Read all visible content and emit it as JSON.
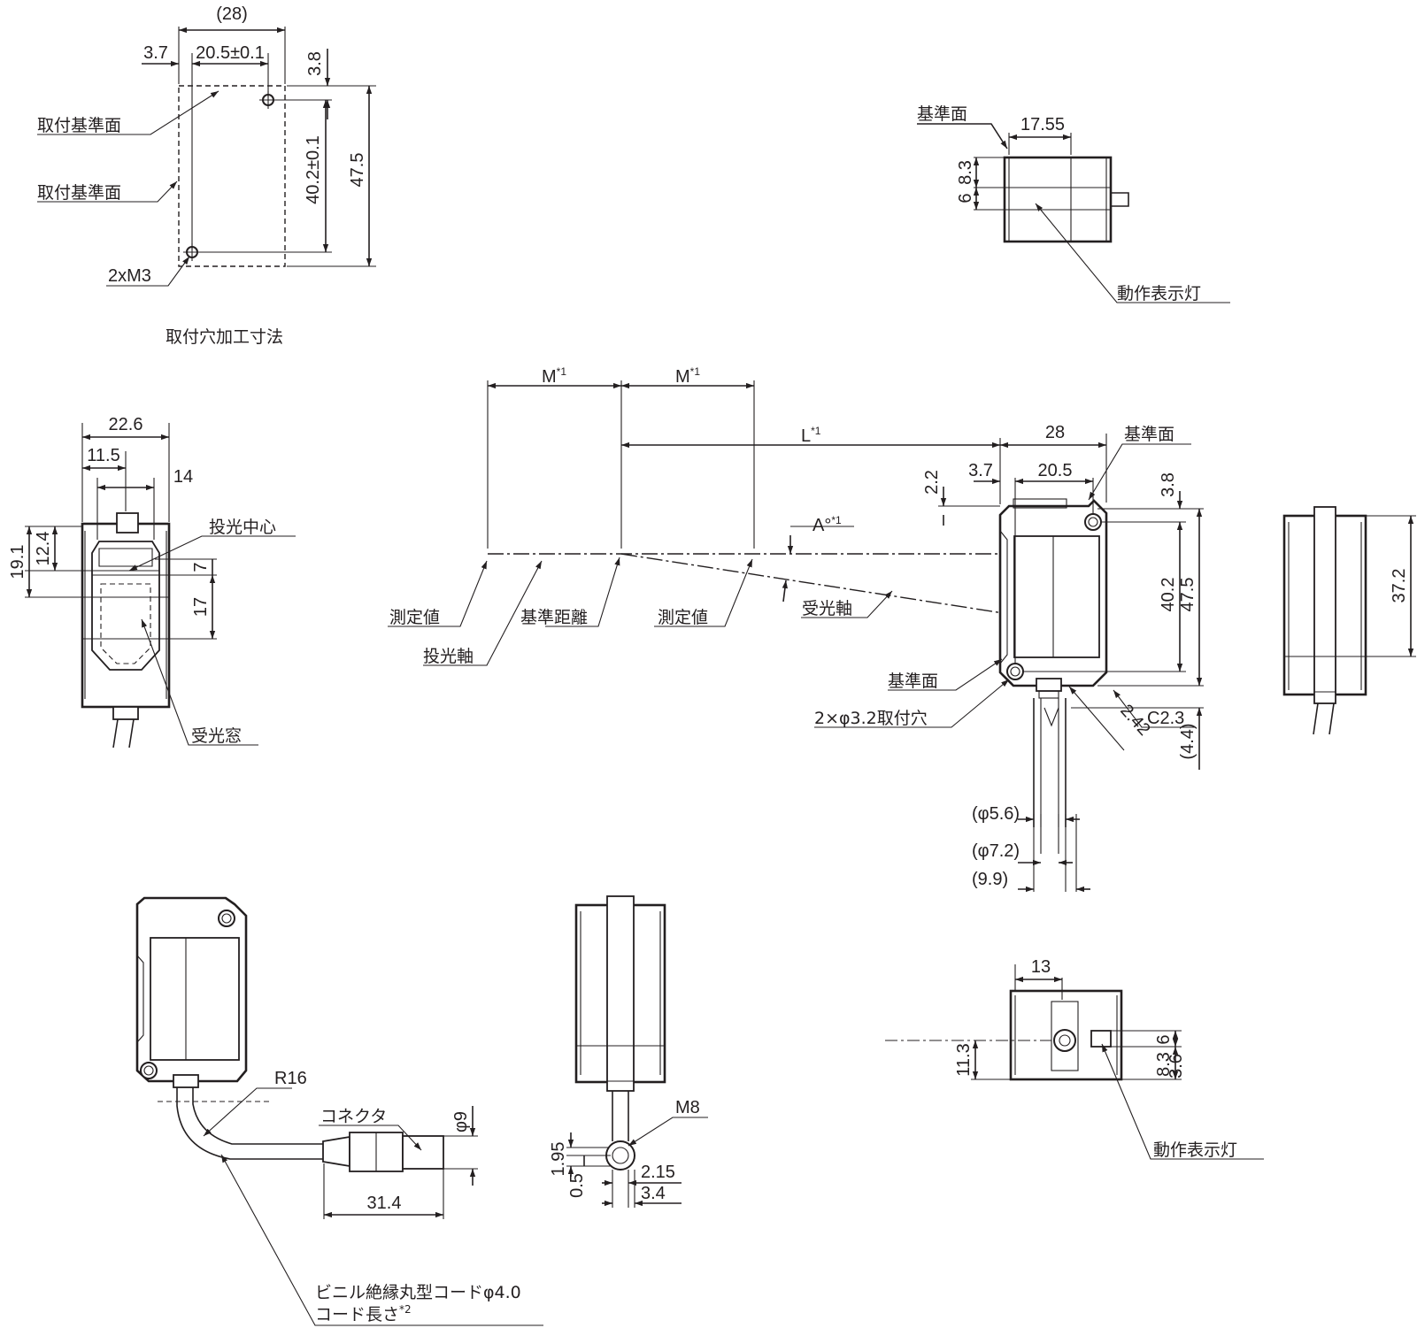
{
  "hole_layout": {
    "dims": {
      "overall_width": "(28)",
      "offset_left": "3.7",
      "pitch_width": "20.5±0.1",
      "offset_top": "3.8",
      "pitch_height": "40.2±0.1",
      "overall_height": "47.5"
    },
    "labels": {
      "ref_face_1": "取付基準面",
      "ref_face_2": "取付基準面",
      "screw": "2xM3"
    },
    "caption": "取付穴加工寸法"
  },
  "top_right_view": {
    "ref_face": "基準面",
    "width": "17.55",
    "dim_a": "8.3",
    "dim_b": "6",
    "indicator": "動作表示灯"
  },
  "front_view": {
    "width_total": "22.6",
    "width_half": "11.5",
    "width_inner": "14",
    "height_a": "19.1",
    "height_b": "12.4",
    "gap": "7",
    "window": "17",
    "emit_center": "投光中心",
    "receive_window": "受光窓"
  },
  "optics": {
    "m1_label": "M",
    "m2_label": "M",
    "m_note": "*1",
    "l_label": "L",
    "l_note": "*1",
    "angle_label": "A°",
    "angle_note": "*1",
    "measured_1": "測定値",
    "ref_distance": "基準距離",
    "measured_2": "測定値",
    "emit_axis": "投光軸",
    "receive_axis": "受光軸"
  },
  "side_view": {
    "width": "28",
    "ref_face_top": "基準面",
    "dim_22": "2.2",
    "dim_37": "3.7",
    "dim_205": "20.5",
    "dim_38": "3.8",
    "dim_402": "40.2",
    "dim_475": "47.5",
    "ref_face_bottom": "基準面",
    "mount_hole": "2×φ3.2取付穴",
    "chamfer": "C2.3",
    "dim_242": "2.42",
    "dim_44": "(4.4)",
    "cable_1": "(φ5.6)",
    "cable_2": "(φ7.2)",
    "cable_3": "(9.9)"
  },
  "right_end_view": {
    "height": "37.2"
  },
  "cable_view": {
    "radius": "R16",
    "connector": "コネクタ",
    "diameter": "φ9",
    "length": "31.4",
    "cord_line1": "ビニル絶縁丸型コードφ4.0",
    "cord_line2": "コード長さ",
    "cord_note": "*2"
  },
  "connector_view": {
    "thread": "M8",
    "d195": "1.95",
    "d05": "0.5",
    "d215": "2.15",
    "d34": "3.4"
  },
  "bottom_view": {
    "width": "13",
    "height": "11.3",
    "d6": "6",
    "d83": "8.3",
    "d36": "3.6",
    "indicator": "動作表示灯"
  }
}
